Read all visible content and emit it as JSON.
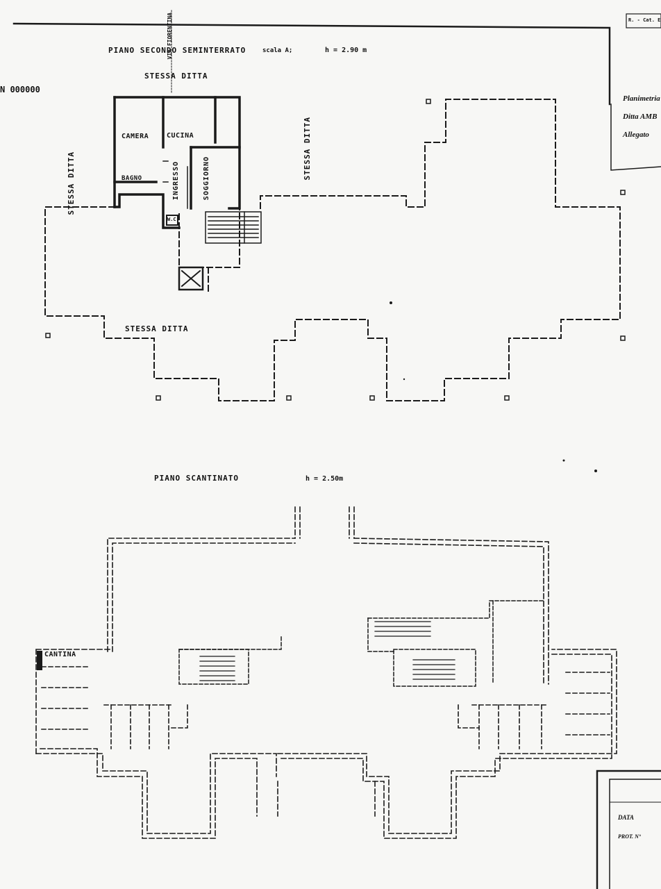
{
  "top_floor": {
    "title": "PIANO  SECONDO SEMINTERRATO",
    "scale_note": "scala A;",
    "height": "h = 2.90 m",
    "owner_top": "STESSA DITTA",
    "owner_left": "STESSA DITTA",
    "owner_center": "STESSA DITTA",
    "owner_bottom": "STESSA DITTA",
    "side_stamp": "VIA FIORENTINA",
    "left_edge_text": "N 000000",
    "rooms": {
      "camera": "CAMERA",
      "cucina": "CUCINA",
      "bagno": "BAGNO",
      "ingresso": "INGRESSO",
      "soggiorno": "SOGGIORNO",
      "wc": "W.C."
    }
  },
  "basement": {
    "title": "PIANO  SCANTINATO",
    "height": "h = 2.50m",
    "cantina": "CANTINA"
  },
  "header_box": {
    "line1": "Planimetria",
    "line2": "Ditta AMB",
    "line3": "Allegato",
    "stamp": "R. - Cat. E"
  },
  "footer_box": {
    "data_label": "DATA",
    "prot_label": "PROT. N°"
  }
}
